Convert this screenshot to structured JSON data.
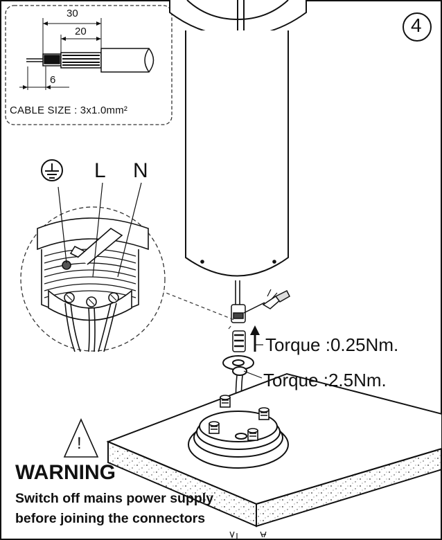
{
  "step": {
    "number": "4"
  },
  "cable_detail": {
    "dim_outer": "30",
    "dim_middle": "20",
    "dim_strip": "6",
    "cable_size": "CABLE SIZE : 3x1.0mm²"
  },
  "terminals": {
    "live": "L",
    "neutral": "N"
  },
  "torques": {
    "upper": "Torque :0.25Nm.",
    "lower": "Torque :2.5Nm."
  },
  "warning": {
    "symbol": "!",
    "title": "WARNING",
    "line1": "Switch off mains power supply",
    "line2": "before joining the connectors"
  },
  "icons": [
    "ground-symbol-icon",
    "warning-triangle-icon",
    "screwdriver-icon",
    "rotation-arrow-icon"
  ]
}
